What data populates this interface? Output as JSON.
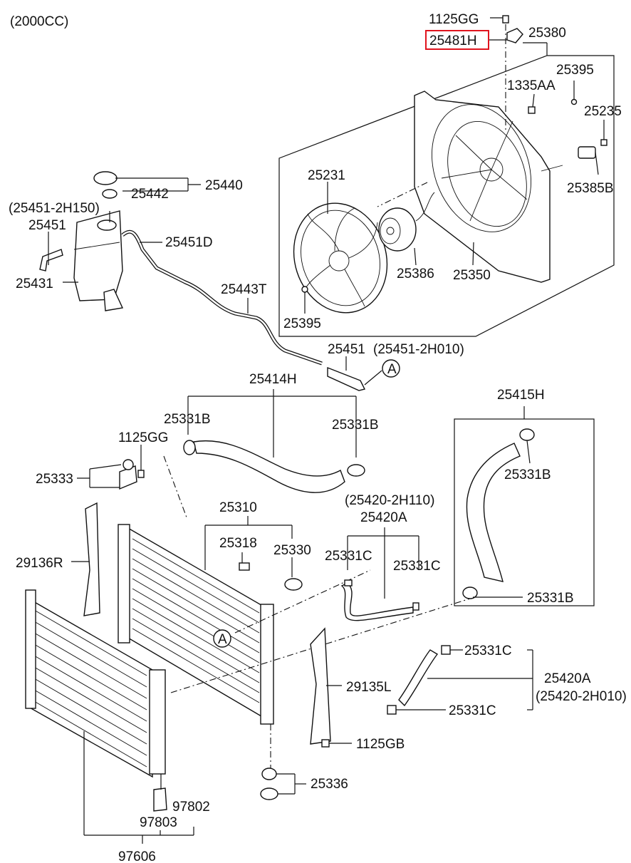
{
  "engine_note": "(2000CC)",
  "callouts": {
    "p1125GG_top": "1125GG",
    "p25481H": "25481H",
    "p25380": "25380",
    "p25395_a": "25395",
    "p1335AA": "1335AA",
    "p25235": "25235",
    "p25385B": "25385B",
    "p25231": "25231",
    "p25386": "25386",
    "p25350": "25350",
    "p25395_b": "25395",
    "p25440": "25440",
    "p25442": "25442",
    "p25451_alt": "(25451-2H150)",
    "p25451_a": "25451",
    "p25451D": "25451D",
    "p25431": "25431",
    "p25443T": "25443T",
    "p25451_b": "25451",
    "p25451_b_alt": "(25451-2H010)",
    "p25414H": "25414H",
    "p25415H": "25415H",
    "p25331B_a": "25331B",
    "p25331B_b": "25331B",
    "p25331B_c": "25331B",
    "p25331B_d": "25331B",
    "p1125GG_mid": "1125GG",
    "p25333": "25333",
    "p25420_alt_a": "(25420-2H110)",
    "p25420A_a": "25420A",
    "p25310": "25310",
    "p25318": "25318",
    "p25330": "25330",
    "p25331C_a": "25331C",
    "p25331C_b": "25331C",
    "p25331C_c": "25331C",
    "p25331C_d": "25331C",
    "p29136R": "29136R",
    "p29135L": "29135L",
    "p25420A_b": "25420A",
    "p25420_alt_b": "(25420-2H010)",
    "p1125GB": "1125GB",
    "p25336": "25336",
    "p97802": "97802",
    "p97803": "97803",
    "p97606": "97606"
  },
  "reference_markers": {
    "a1": "A",
    "a2": "A"
  },
  "highlighted_part": "25481H",
  "colors": {
    "line": "#111111",
    "highlight_box": "#e0141e",
    "background": "#ffffff"
  }
}
